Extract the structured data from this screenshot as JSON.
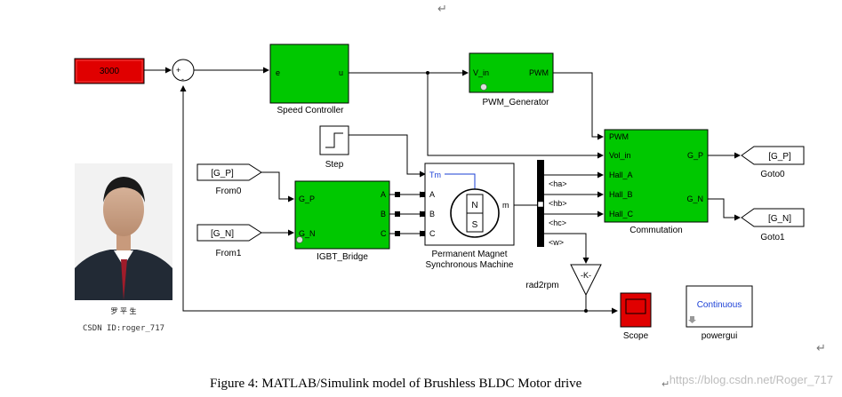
{
  "constant_block": {
    "value": "3000",
    "color": "#e00000"
  },
  "sum_block": {
    "signs": "+",
    "minus": "-"
  },
  "speed_controller": {
    "in_port": "e",
    "out_port": "u",
    "label": "Speed Controller",
    "color": "#00c800"
  },
  "pwm_generator": {
    "in_port": "V_in",
    "out_port": "PWM",
    "label": "PWM_Generator"
  },
  "step_block": {
    "label": "Step"
  },
  "from0": {
    "tag": "[G_P]",
    "label": "From0"
  },
  "from1": {
    "tag": "[G_N]",
    "label": "From1"
  },
  "igbt_bridge": {
    "in_ports": [
      "G_P",
      "G_N"
    ],
    "out_ports": [
      "A",
      "B",
      "C"
    ],
    "label": "IGBT_Bridge"
  },
  "pmsm": {
    "port_tm": "Tm",
    "port_m": "m",
    "phases": [
      "A",
      "B",
      "C"
    ],
    "pole_n": "N",
    "pole_s": "S",
    "label_line1": "Permanent Magnet",
    "label_line2": "Synchronous Machine"
  },
  "bus_selector": {
    "signals": [
      "<ha>",
      "<hb>",
      "<hc>",
      "<w>"
    ]
  },
  "commutation": {
    "in_ports": [
      "PWM",
      "Vol_in",
      "Hall_A",
      "Hall_B",
      "Hall_C"
    ],
    "out_ports": [
      "G_P",
      "G_N"
    ],
    "label": "Commutation"
  },
  "goto0": {
    "tag": "[G_P]",
    "label": "Goto0"
  },
  "goto1": {
    "tag": "[G_N]",
    "label": "Goto1"
  },
  "gain_block": {
    "value": "-K-",
    "label": "rad2rpm"
  },
  "scope_block": {
    "label": "Scope",
    "color": "#e00000"
  },
  "powergui": {
    "text": "Continuous",
    "label": "powergui",
    "text_color": "#1a3fd6"
  },
  "photo": {
    "name_glyph": "罗 平 生",
    "csdn_id": "CSDN ID:roger_717"
  },
  "caption": "Figure 4: MATLAB/Simulink model of Brushless BLDC Motor drive",
  "watermark": "https://blog.csdn.net/Roger_717",
  "return_mark": "↵"
}
